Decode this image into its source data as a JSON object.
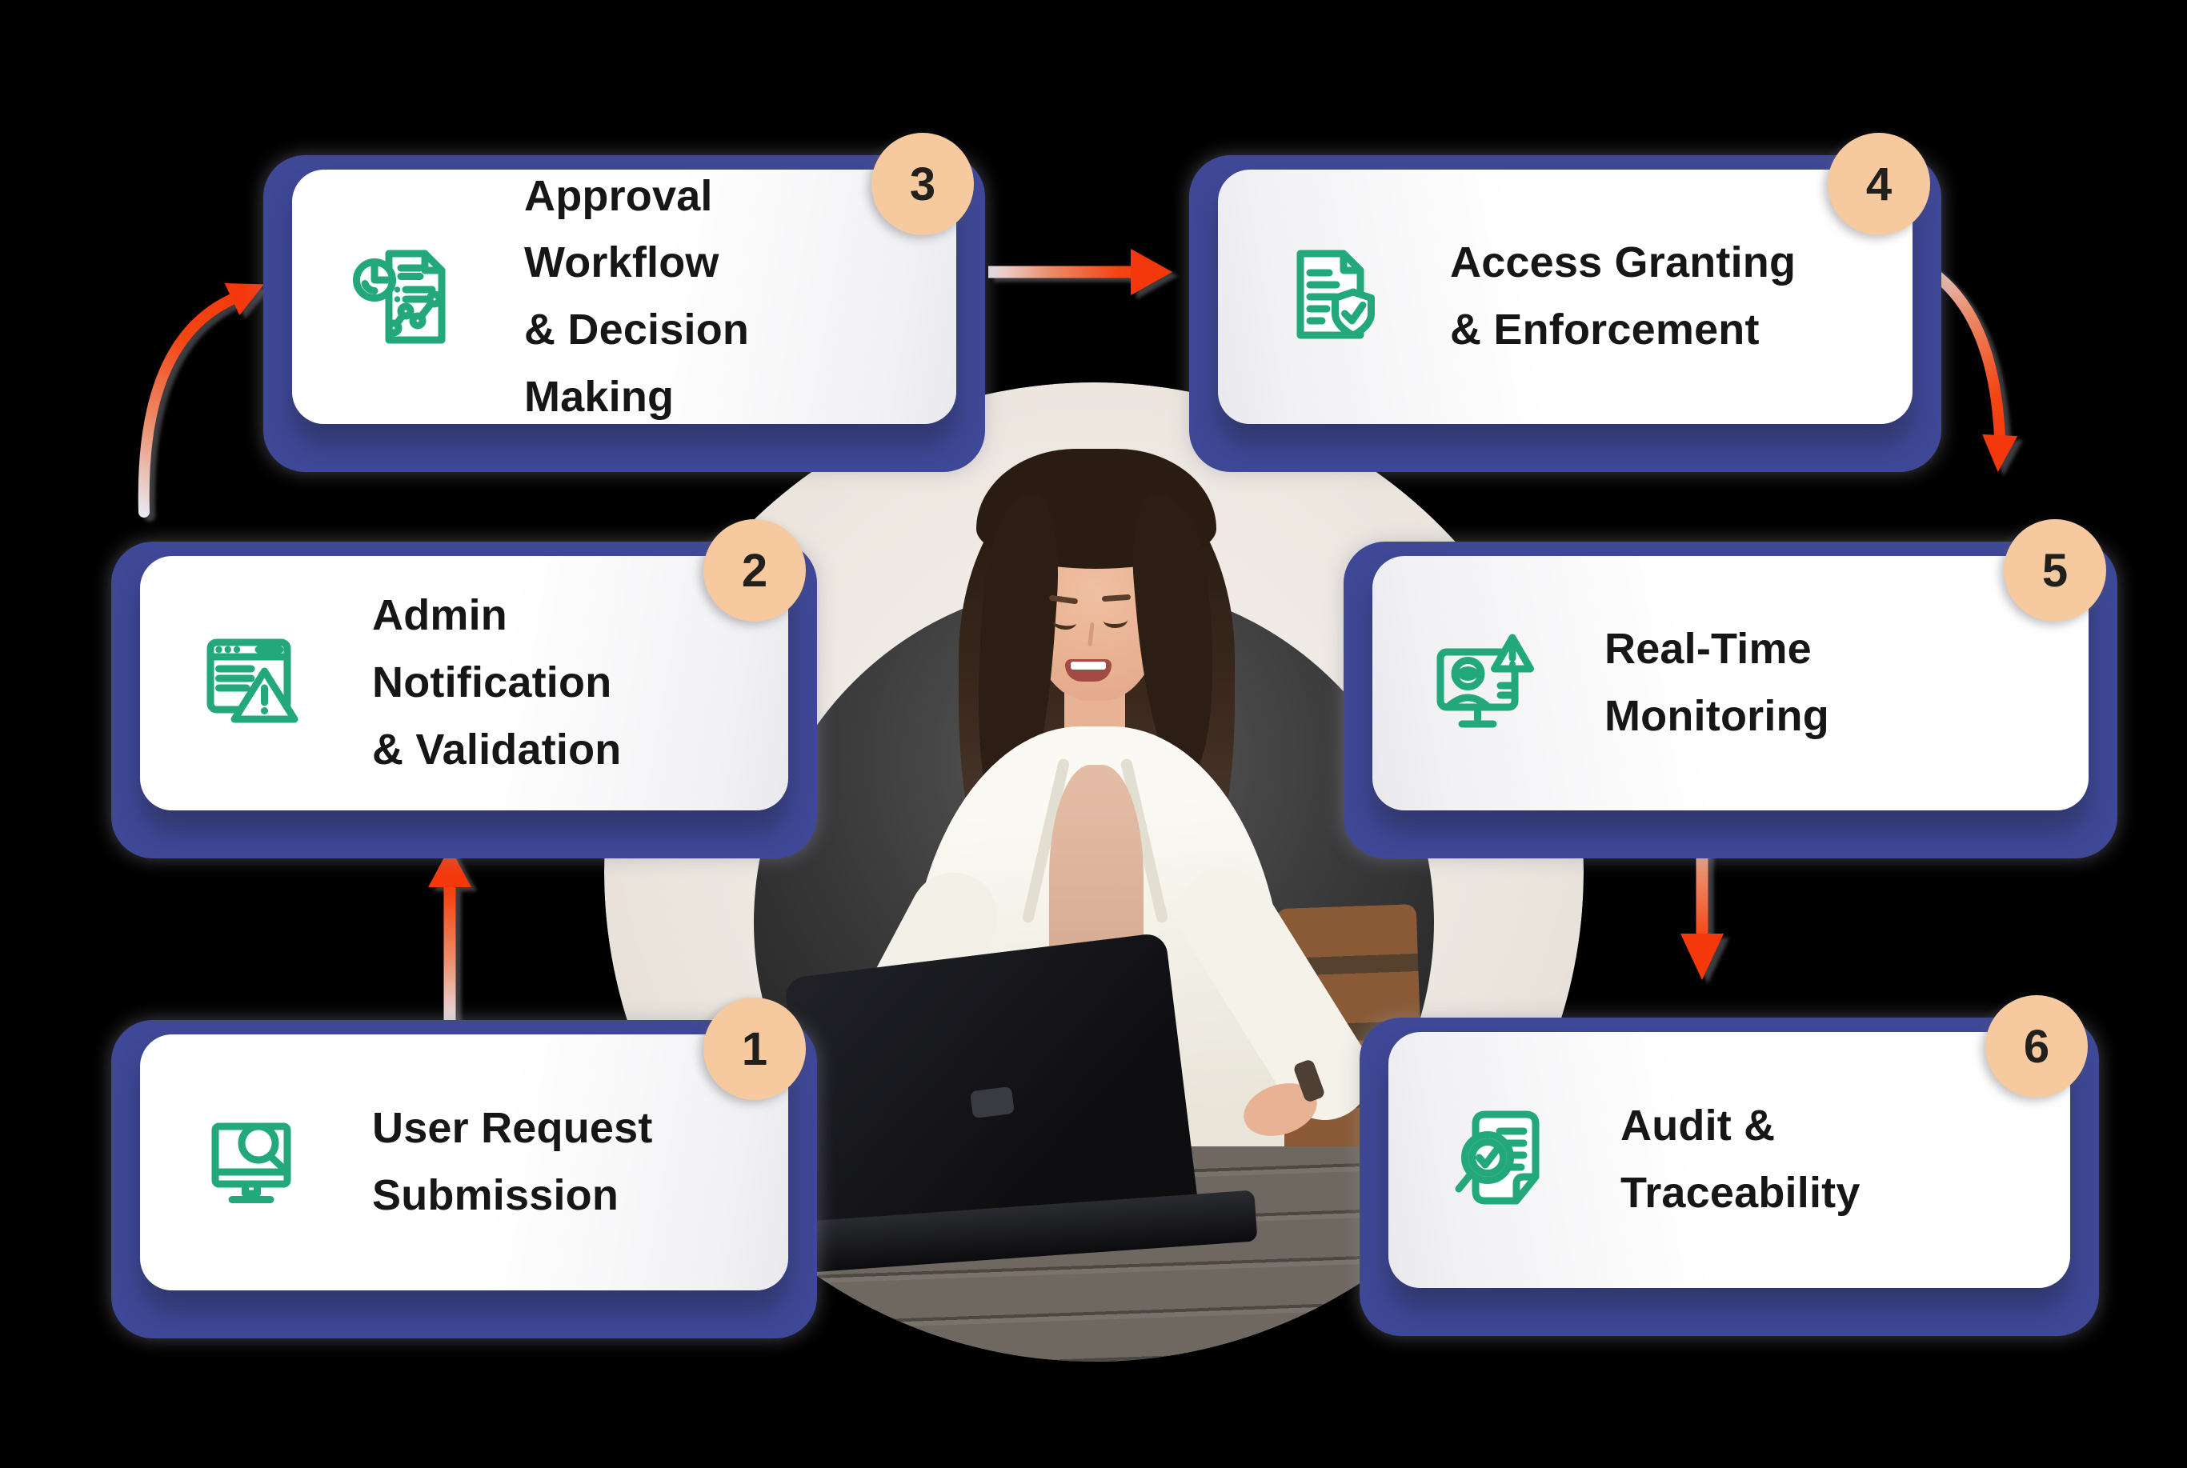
{
  "page": {
    "background": "#000000",
    "description": "Six-step access management workflow infographic arranged around a central circular photo"
  },
  "colors": {
    "navy": "#3e4896",
    "green": "#23a87c",
    "badge-bg": "#f7c99e",
    "badge-text": "#21201d",
    "arrow-red": "#f5380c",
    "arrow-tail": "#e9e6ee",
    "ring": "#ece6df",
    "card-text": "#161616"
  },
  "steps": [
    {
      "number": "1",
      "title_line1": "User Request",
      "title_line2": "Submission",
      "icon": "monitor-search-icon"
    },
    {
      "number": "2",
      "title_line1": "Admin Notification",
      "title_line2": "& Validation",
      "icon": "browser-alert-icon"
    },
    {
      "number": "3",
      "title_line1": "Approval Workflow",
      "title_line2": "& Decision Making",
      "icon": "report-chart-icon"
    },
    {
      "number": "4",
      "title_line1": "Access Granting",
      "title_line2": "& Enforcement",
      "icon": "document-shield-check-icon"
    },
    {
      "number": "5",
      "title_line1": "Real-Time Monitoring",
      "title_line2": "",
      "icon": "monitor-eye-alert-icon"
    },
    {
      "number": "6",
      "title_line1": "Audit & Traceability",
      "title_line2": "",
      "icon": "document-magnifier-check-icon"
    }
  ],
  "center_photo": {
    "alt": "Smiling woman with shoulder-length dark hair in a white blazer typing on a black laptop at a dark wooden table"
  }
}
